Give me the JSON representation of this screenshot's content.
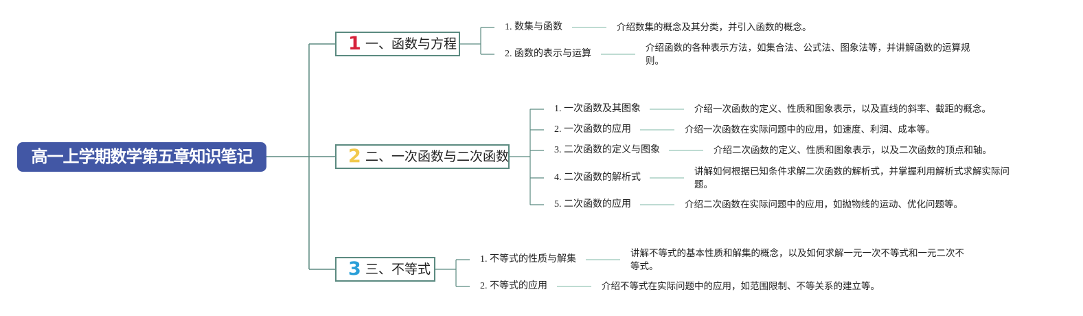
{
  "root": {
    "title": "高一上学期数学第五章知识笔记"
  },
  "branches": [
    {
      "number": "1",
      "number_color": "#d6213a",
      "title": "一、函数与方程",
      "topics": [
        {
          "label": "1. 数集与函数",
          "desc": "介绍数集的概念及其分类，并引入函数的概念。"
        },
        {
          "label": "2. 函数的表示与运算",
          "desc": "介绍函数的各种表示方法，如集合法、公式法、图象法等，并讲解函数的运算规则。"
        }
      ]
    },
    {
      "number": "2",
      "number_color": "#f2c94c",
      "title": "二、一次函数与二次函数",
      "topics": [
        {
          "label": "1. 一次函数及其图象",
          "desc": "介绍一次函数的定义、性质和图象表示，以及直线的斜率、截距的概念。"
        },
        {
          "label": "2. 一次函数的应用",
          "desc": "介绍一次函数在实际问题中的应用，如速度、利润、成本等。"
        },
        {
          "label": "3. 二次函数的定义与图象",
          "desc": "介绍二次函数的定义、性质和图象表示，以及二次函数的顶点和轴。"
        },
        {
          "label": "4. 二次函数的解析式",
          "desc": "讲解如何根据已知条件求解二次函数的解析式，并掌握利用解析式求解实际问题。"
        },
        {
          "label": "5. 二次函数的应用",
          "desc": "介绍二次函数在实际问题中的应用，如抛物线的运动、优化问题等。"
        }
      ]
    },
    {
      "number": "3",
      "number_color": "#2a9fd8",
      "title": "三、不等式",
      "topics": [
        {
          "label": "1. 不等式的性质与解集",
          "desc": "讲解不等式的基本性质和解集的概念，以及如何求解一元一次不等式和一元二次不等式。"
        },
        {
          "label": "2. 不等式的应用",
          "desc": "介绍不等式在实际问题中的应用，如范围限制、不等关系的建立等。"
        }
      ]
    }
  ],
  "colors": {
    "root_bg": "#4257a5",
    "connector": "#5b8a80",
    "leaf_connector": "#a9cfc4"
  }
}
